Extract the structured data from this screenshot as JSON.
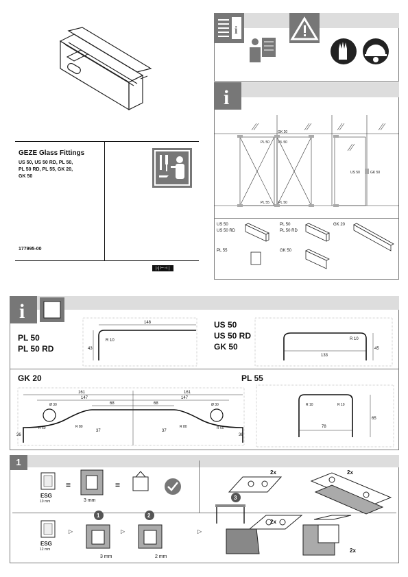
{
  "cover": {
    "product_title": "GEZE Glass Fittings",
    "models_line1": "US 50, US 50 RD, PL 50,",
    "models_line2": "PL 50 RD, PL 55, GK 20,",
    "models_line3": "GK 50",
    "doc_number": "177995-00",
    "footer_mark": "|◦| ⊢⊣ |"
  },
  "overview": {
    "door_labels": {
      "gk20": "GK 20",
      "pl50_tl": "PL 50",
      "pl50_tr": "PL 50",
      "pl55_bl": "PL 55",
      "pl50_br": "PL 50",
      "us50": "US 50",
      "gk50": "GK 50"
    },
    "parts": {
      "us50": "US 50",
      "us50rd": "US 50 RD",
      "pl50": "PL 50",
      "pl50rd": "PL 50 RD",
      "gk20": "GK 20",
      "pl55": "PL 55",
      "gk50": "GK 50"
    }
  },
  "dims": {
    "pl50_title1": "PL 50",
    "pl50_title2": "PL 50 RD",
    "pl50_w": "148",
    "pl50_h": "43",
    "pl50_r": "R 10",
    "us50_title1": "US 50",
    "us50_title2": "US 50 RD",
    "us50_title3": "GK 50",
    "us50_w": "133",
    "us50_h": "45",
    "us50_r": "R 10",
    "gk20_title": "GK 20",
    "gk20_161a": "161",
    "gk20_161b": "161",
    "gk20_147a": "147",
    "gk20_147b": "147",
    "gk20_68a": "68",
    "gk20_68b": "68",
    "gk20_37a": "37",
    "gk20_37b": "37",
    "gk20_36a": "36",
    "gk20_36b": "36",
    "gk20_d30a": "Ø 30",
    "gk20_d30b": "Ø 30",
    "gk20_r60a": "R 60",
    "gk20_r60b": "R 60",
    "gk20_r80a": "R 80",
    "gk20_r80b": "R 80",
    "pl55_title": "PL 55",
    "pl55_w": "78",
    "pl55_h": "65",
    "pl55_r1": "R 10",
    "pl55_r2": "R 10"
  },
  "step": {
    "number": "1",
    "esg10": "ESG",
    "esg10_mm": "10 mm",
    "esg12": "ESG",
    "esg12_mm": "12 mm",
    "eq1": "=",
    "eq2": "=",
    "gap3": "3 mm",
    "gap3b": "3 mm",
    "gap2": "2 mm",
    "x2_a": "2x",
    "x2_b": "2x",
    "x2_c": "2x",
    "x2_d": "2x",
    "c1": "1",
    "c2": "2",
    "c3": "3"
  }
}
